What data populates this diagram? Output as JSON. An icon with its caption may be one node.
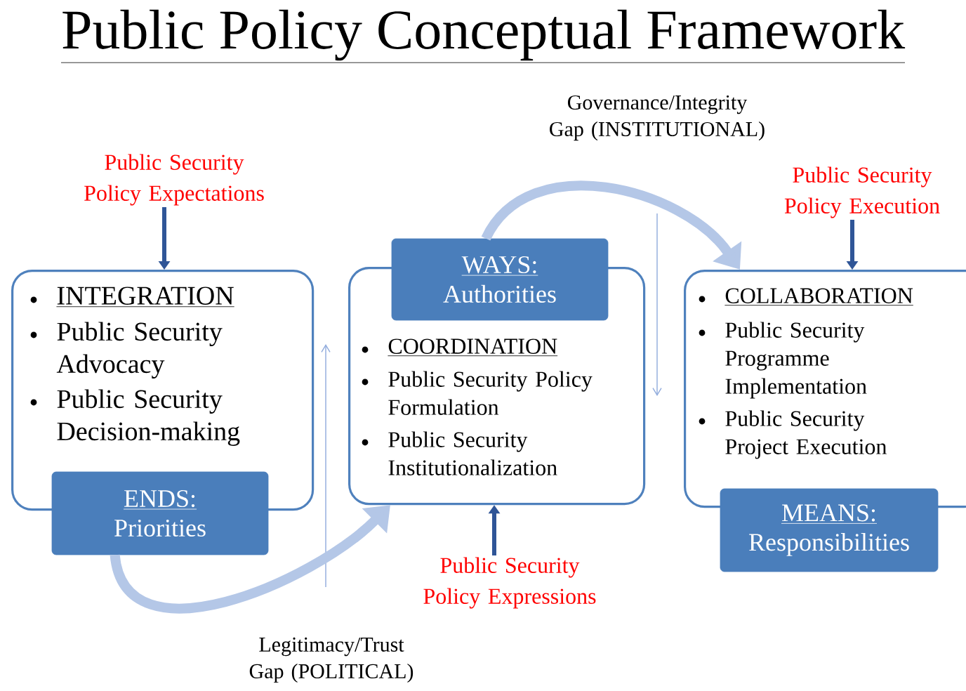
{
  "diagram": {
    "title": "Public Policy Conceptual Framework",
    "nodes": [
      {
        "text": [
          "INTEGRATION",
          "Public Security Advocacy",
          "Public Security Decision-making"
        ]
      },
      {
        "text": [
          "ENDS:",
          "Priorities"
        ]
      },
      {
        "text": [
          "COORDINATION",
          "Public Security Policy Formulation",
          "Public Security Institutionalization"
        ]
      },
      {
        "text": [
          "WAYS:",
          "Authorities"
        ]
      },
      {
        "text": [
          "COLLABORATION",
          "Public Security Programme Implementation",
          "Public Security Project Execution"
        ]
      },
      {
        "text": [
          "MEANS:",
          "Responsibilities"
        ]
      },
      {
        "text": [
          "Public Security Policy Expectations"
        ]
      },
      {
        "text": [
          "Public Security Policy Expressions"
        ]
      },
      {
        "text": [
          "Public Security Policy Execution"
        ]
      }
    ],
    "edges": [
      {
        "from": 6,
        "to": 0,
        "arrow": "to"
      },
      {
        "from": 7,
        "to": 2,
        "arrow": "to"
      },
      {
        "from": 8,
        "to": 4,
        "arrow": "to"
      },
      {
        "from": 1,
        "to": 2,
        "arrow": "to",
        "label": "Legitimacy/Trust Gap (POLITICAL)",
        "style": "thick",
        "color": "#b4c7e7"
      },
      {
        "from": 3,
        "to": 4,
        "arrow": "to",
        "label": "Governance/Integrity Gap (INSTITUTIONAL)",
        "style": "thick",
        "color": "#b4c7e7"
      }
    ]
  }
}
